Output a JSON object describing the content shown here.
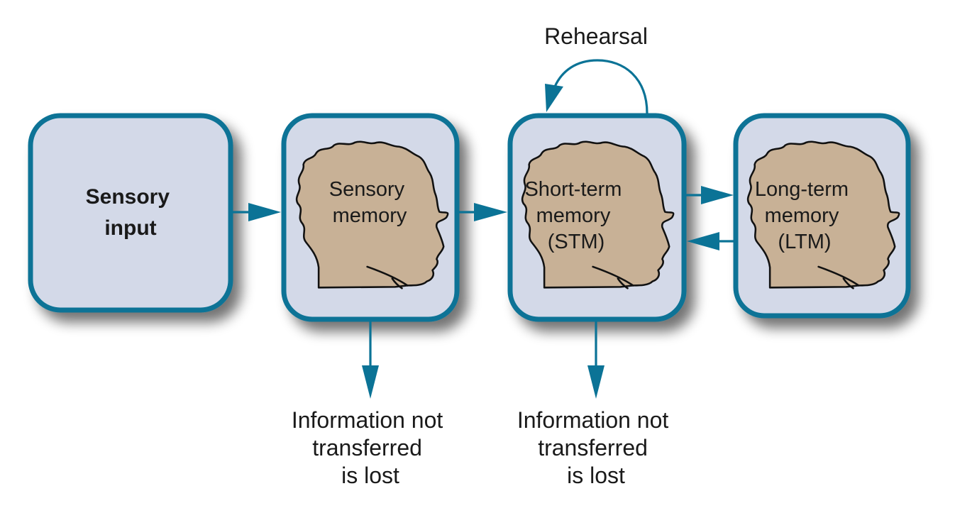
{
  "title": "Atkinson-Shiffrin memory model",
  "colors": {
    "border": "#0b7396",
    "box_fill": "#d3d9e8",
    "head_fill": "#c8b196",
    "text": "#1a1a1a"
  },
  "nodes": [
    {
      "id": "sensory-input",
      "lines": [
        "Sensory",
        "input"
      ],
      "bold": true,
      "has_head_icon": false
    },
    {
      "id": "sensory-memory",
      "lines": [
        "Sensory",
        "memory"
      ],
      "has_head_icon": true
    },
    {
      "id": "short-term-memory",
      "lines": [
        "Short-term",
        "memory",
        "(STM)"
      ],
      "has_head_icon": true
    },
    {
      "id": "long-term-memory",
      "lines": [
        "Long-term",
        "memory",
        "(LTM)"
      ],
      "has_head_icon": true
    }
  ],
  "loop": {
    "label": "Rehearsal",
    "node": "short-term-memory"
  },
  "edges": [
    {
      "from": "sensory-input",
      "to": "sensory-memory"
    },
    {
      "from": "sensory-memory",
      "to": "short-term-memory"
    },
    {
      "from": "short-term-memory",
      "to": "long-term-memory"
    },
    {
      "from": "long-term-memory",
      "to": "short-term-memory"
    },
    {
      "from": "sensory-memory",
      "to": "lost-1"
    },
    {
      "from": "short-term-memory",
      "to": "lost-2"
    }
  ],
  "outputs": [
    {
      "id": "lost-1",
      "lines": [
        "Information not",
        "transferred",
        "is lost"
      ]
    },
    {
      "id": "lost-2",
      "lines": [
        "Information not",
        "transferred",
        "is lost"
      ]
    }
  ]
}
